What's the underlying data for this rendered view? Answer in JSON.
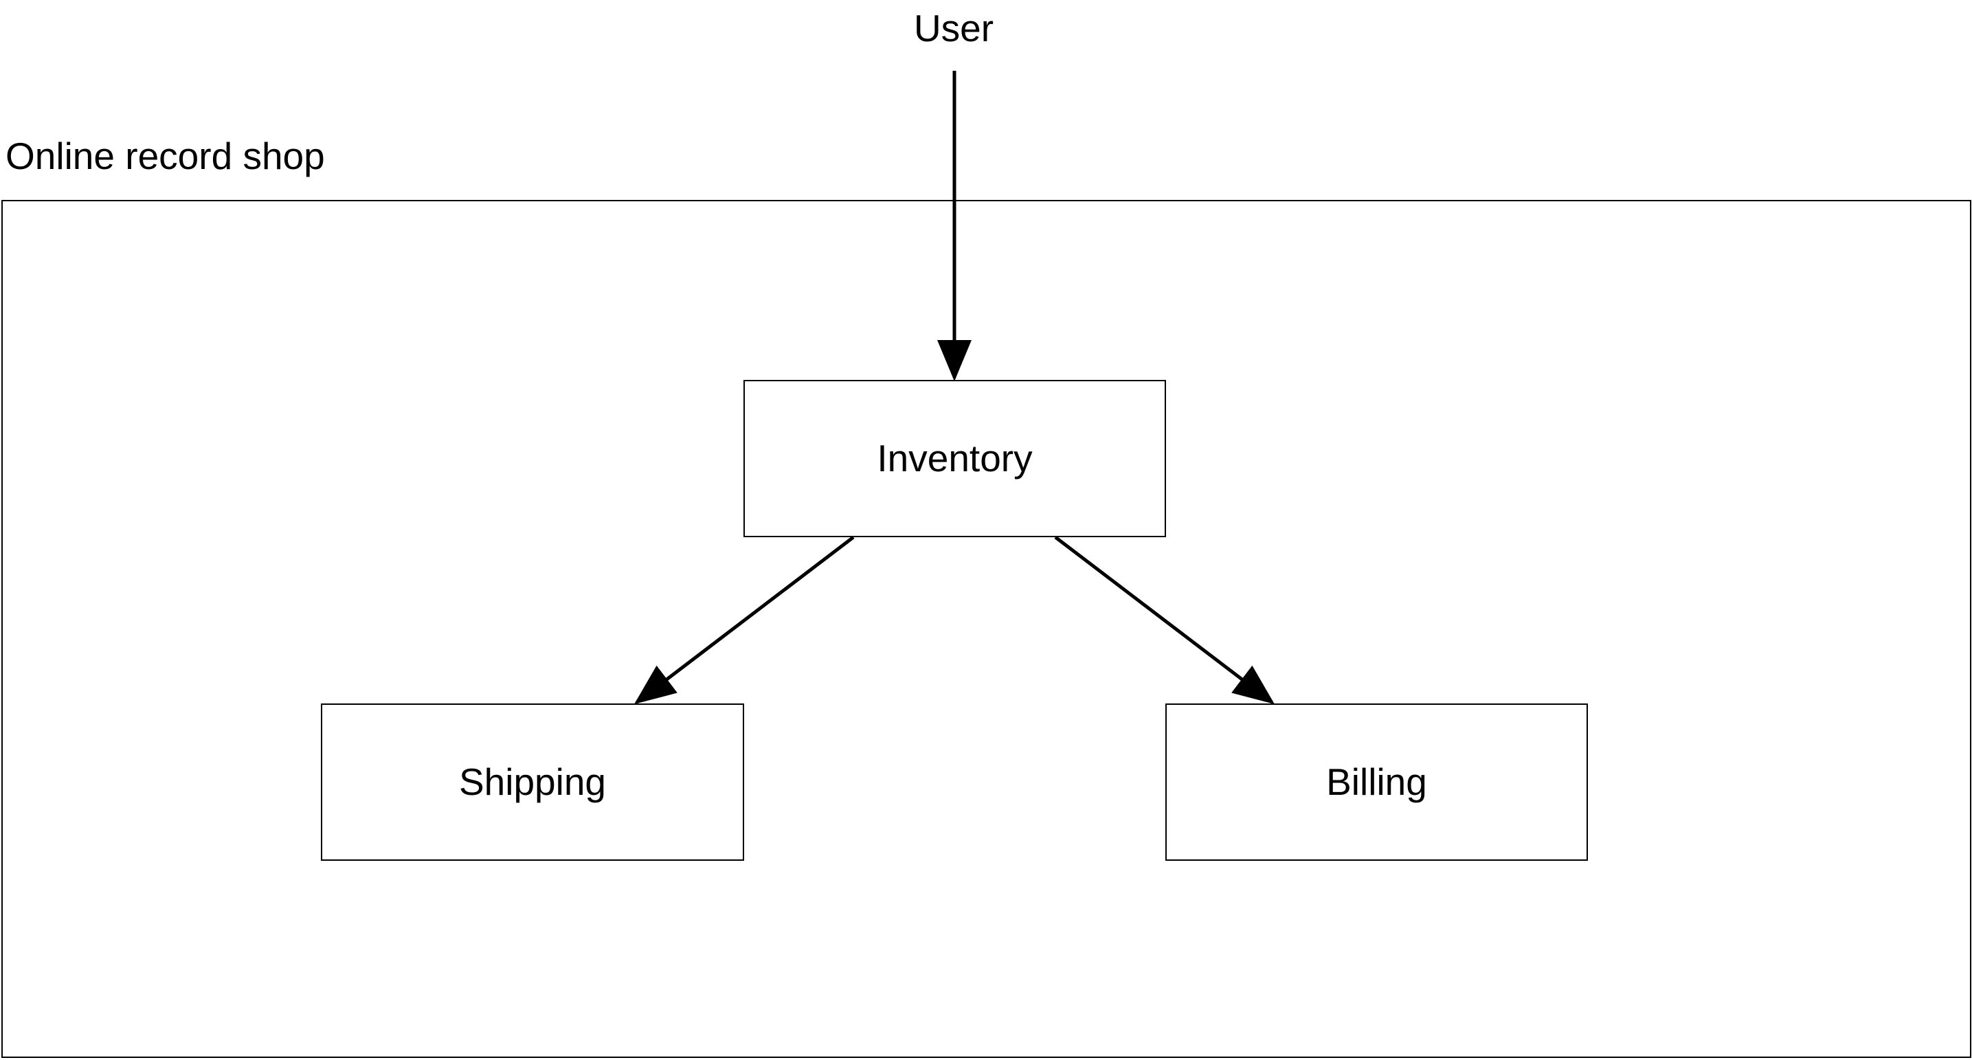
{
  "diagram": {
    "user": "User",
    "container_title": "Online record shop",
    "nodes": {
      "inventory": "Inventory",
      "shipping": "Shipping",
      "billing": "Billing"
    }
  },
  "colors": {
    "stroke": "#000000",
    "background": "#ffffff"
  }
}
